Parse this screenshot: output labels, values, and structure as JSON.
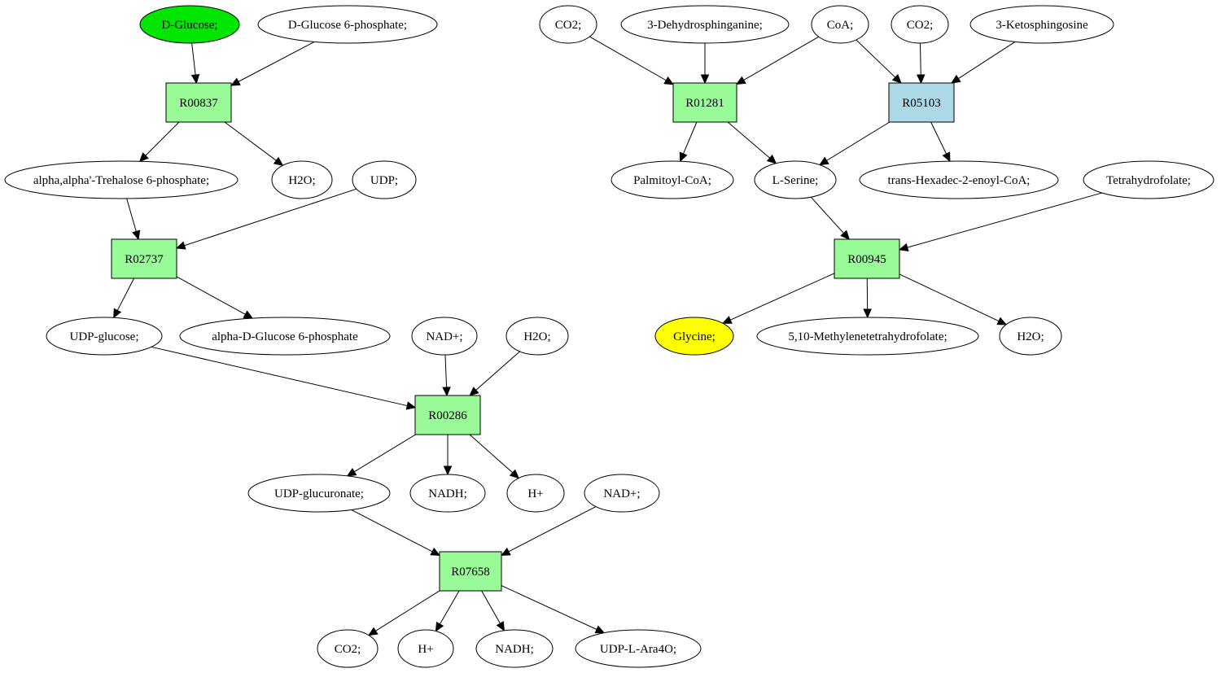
{
  "diagram": {
    "type": "metabolic-reaction-graph",
    "colors": {
      "reaction": "#98fb98",
      "reaction_highlight": "#add8e6",
      "compound": "#ffffff",
      "source": "#00e600",
      "target": "#ffff00"
    },
    "nodes": [
      {
        "id": "c_dglucose",
        "label": "D-Glucose;",
        "kind": "compound",
        "role": "source"
      },
      {
        "id": "c_g6p",
        "label": "D-Glucose 6-phosphate;",
        "kind": "compound"
      },
      {
        "id": "r_R00837",
        "label": "R00837",
        "kind": "reaction"
      },
      {
        "id": "c_t6p",
        "label": "alpha,alpha'-Trehalose 6-phosphate;",
        "kind": "compound"
      },
      {
        "id": "c_h2o_1",
        "label": "H2O;",
        "kind": "compound"
      },
      {
        "id": "c_udp",
        "label": "UDP;",
        "kind": "compound"
      },
      {
        "id": "r_R02737",
        "label": "R02737",
        "kind": "reaction"
      },
      {
        "id": "c_udpglc",
        "label": "UDP-glucose;",
        "kind": "compound"
      },
      {
        "id": "c_adg6p",
        "label": "alpha-D-Glucose 6-phosphate",
        "kind": "compound"
      },
      {
        "id": "c_nad_1",
        "label": "NAD+;",
        "kind": "compound"
      },
      {
        "id": "c_h2o_2",
        "label": "H2O;",
        "kind": "compound"
      },
      {
        "id": "r_R00286",
        "label": "R00286",
        "kind": "reaction"
      },
      {
        "id": "c_udpglcur",
        "label": "UDP-glucuronate;",
        "kind": "compound"
      },
      {
        "id": "c_nadh_1",
        "label": "NADH;",
        "kind": "compound"
      },
      {
        "id": "c_hplus_1",
        "label": "H+",
        "kind": "compound"
      },
      {
        "id": "c_nad_2",
        "label": "NAD+;",
        "kind": "compound"
      },
      {
        "id": "r_R07658",
        "label": "R07658",
        "kind": "reaction"
      },
      {
        "id": "c_co2_3",
        "label": "CO2;",
        "kind": "compound"
      },
      {
        "id": "c_hplus_2",
        "label": "H+",
        "kind": "compound"
      },
      {
        "id": "c_nadh_2",
        "label": "NADH;",
        "kind": "compound"
      },
      {
        "id": "c_udpara",
        "label": "UDP-L-Ara4O;",
        "kind": "compound"
      },
      {
        "id": "c_co2_1",
        "label": "CO2;",
        "kind": "compound"
      },
      {
        "id": "c_dhs",
        "label": "3-Dehydrosphinganine;",
        "kind": "compound"
      },
      {
        "id": "c_coa",
        "label": "CoA;",
        "kind": "compound"
      },
      {
        "id": "c_co2_2",
        "label": "CO2;",
        "kind": "compound"
      },
      {
        "id": "c_kso",
        "label": "3-Ketosphingosine",
        "kind": "compound"
      },
      {
        "id": "r_R01281",
        "label": "R01281",
        "kind": "reaction"
      },
      {
        "id": "r_R05103",
        "label": "R05103",
        "kind": "reaction",
        "highlight": true
      },
      {
        "id": "c_palcoa",
        "label": "Palmitoyl-CoA;",
        "kind": "compound"
      },
      {
        "id": "c_ser",
        "label": "L-Serine;",
        "kind": "compound"
      },
      {
        "id": "c_hexcoa",
        "label": "trans-Hexadec-2-enoyl-CoA;",
        "kind": "compound"
      },
      {
        "id": "c_thf",
        "label": "Tetrahydrofolate;",
        "kind": "compound"
      },
      {
        "id": "r_R00945",
        "label": "R00945",
        "kind": "reaction"
      },
      {
        "id": "c_gly",
        "label": "Glycine;",
        "kind": "compound",
        "role": "target"
      },
      {
        "id": "c_mthf",
        "label": "5,10-Methylenetetrahydrofolate;",
        "kind": "compound"
      },
      {
        "id": "c_h2o_3",
        "label": "H2O;",
        "kind": "compound"
      }
    ],
    "edges": [
      [
        "c_dglucose",
        "r_R00837"
      ],
      [
        "c_g6p",
        "r_R00837"
      ],
      [
        "r_R00837",
        "c_t6p"
      ],
      [
        "r_R00837",
        "c_h2o_1"
      ],
      [
        "c_t6p",
        "r_R02737"
      ],
      [
        "c_udp",
        "r_R02737"
      ],
      [
        "r_R02737",
        "c_udpglc"
      ],
      [
        "r_R02737",
        "c_adg6p"
      ],
      [
        "c_udpglc",
        "r_R00286"
      ],
      [
        "c_nad_1",
        "r_R00286"
      ],
      [
        "c_h2o_2",
        "r_R00286"
      ],
      [
        "r_R00286",
        "c_udpglcur"
      ],
      [
        "r_R00286",
        "c_nadh_1"
      ],
      [
        "r_R00286",
        "c_hplus_1"
      ],
      [
        "c_udpglcur",
        "r_R07658"
      ],
      [
        "c_nad_2",
        "r_R07658"
      ],
      [
        "r_R07658",
        "c_co2_3"
      ],
      [
        "r_R07658",
        "c_hplus_2"
      ],
      [
        "r_R07658",
        "c_nadh_2"
      ],
      [
        "r_R07658",
        "c_udpara"
      ],
      [
        "c_co2_1",
        "r_R01281"
      ],
      [
        "c_dhs",
        "r_R01281"
      ],
      [
        "c_coa",
        "r_R01281"
      ],
      [
        "c_coa",
        "r_R05103"
      ],
      [
        "c_co2_2",
        "r_R05103"
      ],
      [
        "c_kso",
        "r_R05103"
      ],
      [
        "r_R01281",
        "c_palcoa"
      ],
      [
        "r_R01281",
        "c_ser"
      ],
      [
        "r_R05103",
        "c_ser"
      ],
      [
        "r_R05103",
        "c_hexcoa"
      ],
      [
        "c_ser",
        "r_R00945"
      ],
      [
        "c_thf",
        "r_R00945"
      ],
      [
        "r_R00945",
        "c_gly"
      ],
      [
        "r_R00945",
        "c_mthf"
      ],
      [
        "r_R00945",
        "c_h2o_3"
      ]
    ]
  }
}
